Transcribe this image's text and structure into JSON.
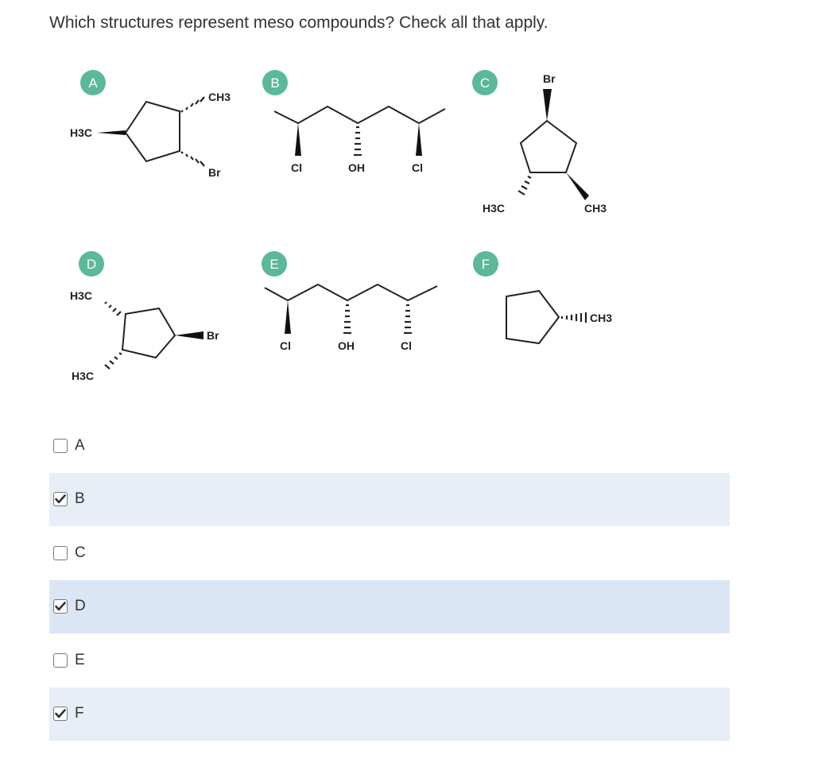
{
  "question": "Which structures represent meso compounds? Check all that apply.",
  "structures": {
    "A": {
      "badge": "A",
      "labels": {
        "methyl_left": "H3C",
        "methyl_top": "CH3",
        "bromo": "Br"
      }
    },
    "B": {
      "badge": "B",
      "labels": {
        "cl_left": "Cl",
        "oh": "OH",
        "cl_right": "Cl"
      }
    },
    "C": {
      "badge": "C",
      "labels": {
        "bromo": "Br",
        "methyl_left": "H3C",
        "methyl_right": "CH3"
      }
    },
    "D": {
      "badge": "D",
      "labels": {
        "methyl_top": "H3C",
        "methyl_bottom": "H3C",
        "bromo": "Br"
      }
    },
    "E": {
      "badge": "E",
      "labels": {
        "cl_left": "Cl",
        "oh": "OH",
        "cl_right": "Cl"
      }
    },
    "F": {
      "badge": "F",
      "labels": {
        "methyl": "CH3"
      }
    }
  },
  "badge_color": "#5bb89a",
  "choices": [
    {
      "label": "A",
      "checked": false
    },
    {
      "label": "B",
      "checked": true
    },
    {
      "label": "C",
      "checked": false
    },
    {
      "label": "D",
      "checked": true
    },
    {
      "label": "E",
      "checked": false
    },
    {
      "label": "F",
      "checked": true
    }
  ]
}
